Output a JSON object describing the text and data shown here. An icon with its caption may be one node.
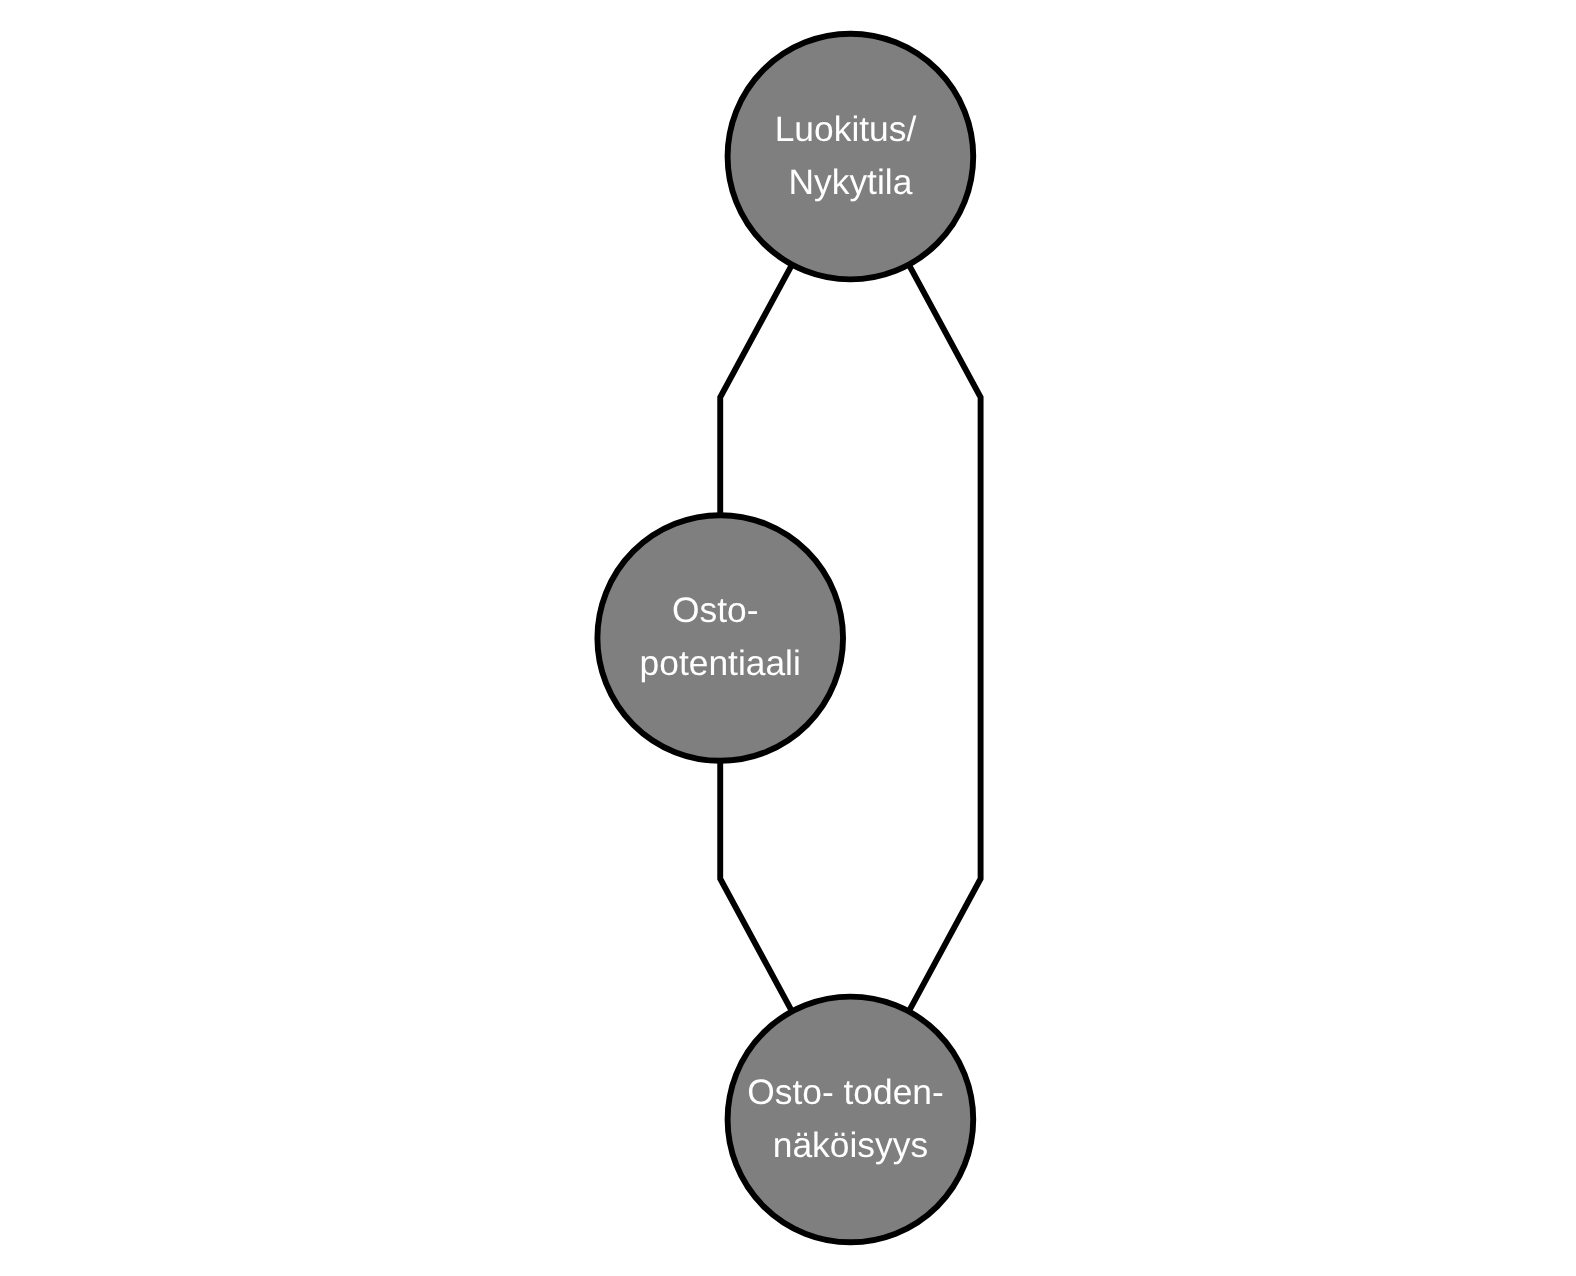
{
  "diagram": {
    "nodes": [
      {
        "text": [
          "Osto- potentiaali"
        ]
      },
      {
        "text": [
          "Luokitus/ Nykytila"
        ]
      },
      {
        "text": [
          "Osto- toden- näköisyys"
        ]
      }
    ],
    "edges": [
      {
        "from": 1,
        "to": 0,
        "arrow": "none"
      },
      {
        "from": 0,
        "to": 2,
        "arrow": "none"
      },
      {
        "from": 1,
        "to": 2,
        "arrow": "none"
      }
    ]
  }
}
